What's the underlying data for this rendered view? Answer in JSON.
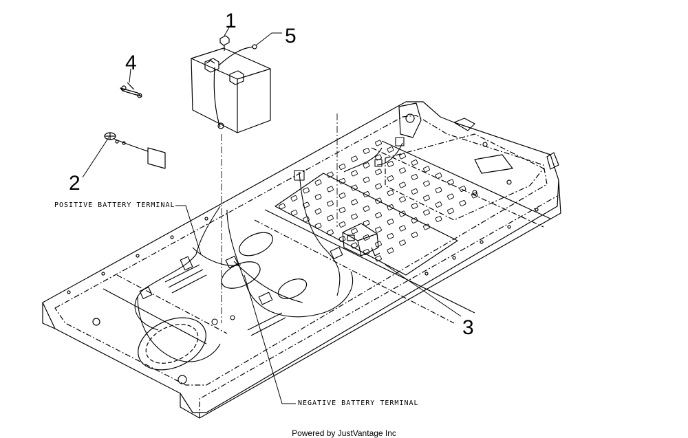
{
  "callouts": {
    "c1": "1",
    "c2": "2",
    "c3": "3",
    "c4": "4",
    "c5": "5"
  },
  "labels": {
    "positive": "POSITIVE BATTERY TERMINAL",
    "negative": "NEGATIVE BATTERY TERMINAL"
  },
  "footer": "Powered by JustVantage Inc",
  "colors": {
    "line": "#000000",
    "background": "#ffffff"
  }
}
